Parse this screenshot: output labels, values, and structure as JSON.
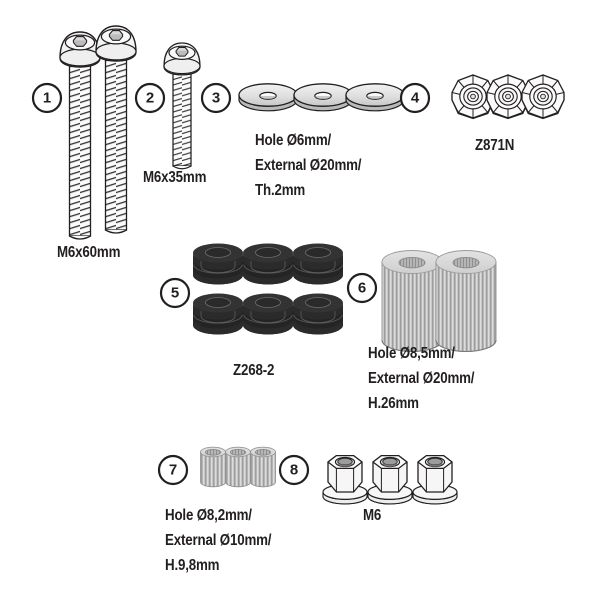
{
  "diagram": {
    "title": "Motorcycle rack mounting hardware parts list",
    "background_color": "#ffffff",
    "line_color": "#231f20",
    "metal_light": "#e8e8e8",
    "metal_mid": "#c9c9c9",
    "metal_dark": "#a8a8a8",
    "rubber_color": "#2b2b2b",
    "items": [
      {
        "number": "1",
        "name": "hex-socket-button-head-bolt-long",
        "quantity": 2,
        "label": "M6x60mm",
        "label_lines": [
          "M6x60mm"
        ]
      },
      {
        "number": "2",
        "name": "hex-socket-button-head-bolt-short",
        "quantity": 1,
        "label": "M6x35mm",
        "label_lines": [
          "M6x35mm"
        ]
      },
      {
        "number": "3",
        "name": "flat-washer",
        "quantity": 3,
        "label": "Hole Ø6mm/ External Ø20mm/ Th.2mm",
        "label_lines": [
          "Hole Ø6mm/",
          "External Ø20mm/",
          "Th.2mm"
        ]
      },
      {
        "number": "4",
        "name": "plastic-cap-z871n",
        "quantity": 3,
        "label": "Z871N",
        "label_lines": [
          "Z871N"
        ]
      },
      {
        "number": "5",
        "name": "rubber-grommet-z268-2",
        "quantity": 6,
        "label": "Z268-2",
        "label_lines": [
          "Z268-2"
        ]
      },
      {
        "number": "6",
        "name": "knurled-spacer-tall",
        "quantity": 2,
        "label": "Hole Ø8,5mm/ External Ø20mm/ H.26mm",
        "label_lines": [
          "Hole Ø8,5mm/",
          "External Ø20mm/",
          "H.26mm"
        ]
      },
      {
        "number": "7",
        "name": "knurled-spacer-short",
        "quantity": 3,
        "label": "Hole Ø8,2mm/ External Ø10mm/ H.9,8mm",
        "label_lines": [
          "Hole Ø8,2mm/",
          "External Ø10mm/",
          "H.9,8mm"
        ]
      },
      {
        "number": "8",
        "name": "flange-hex-nut",
        "quantity": 3,
        "label": "M6",
        "label_lines": [
          "M6"
        ]
      }
    ]
  }
}
